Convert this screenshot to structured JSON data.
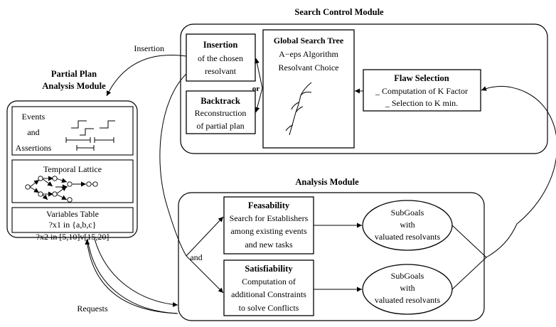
{
  "search_control_module": {
    "title": "Search Control Module",
    "insertion_box": {
      "title": "Insertion",
      "lines": [
        "of the chosen",
        "resolvant"
      ]
    },
    "or_label": "or",
    "backtrack_box": {
      "title": "Backtrack",
      "lines": [
        "Reconstruction",
        "of partial plan"
      ]
    },
    "global_search_tree": {
      "title": "Global Search Tree",
      "lines": [
        "A−eps Algorithm",
        "Resolvant Choice"
      ]
    },
    "flaw_selection": {
      "title": "Flaw Selection",
      "lines": [
        "_ Computation of K Factor",
        "_ Selection to K min."
      ]
    }
  },
  "partial_plan_module": {
    "title_lines": [
      "Partial Plan",
      "Analysis Module"
    ],
    "events_box": {
      "lines": [
        "Events",
        "and",
        "Assertions"
      ]
    },
    "temporal_box": {
      "title": "Temporal  Lattice"
    },
    "variables_box": {
      "lines": [
        "Variables Table",
        "?x1 in {a,b,c}",
        "?x2 in [5,10]v[15,20]"
      ]
    }
  },
  "analysis_module": {
    "title": "Analysis Module",
    "and_label": "and",
    "feasability": {
      "title": "Feasability",
      "lines": [
        "Search for Establishers",
        "among existing events",
        "and new tasks"
      ]
    },
    "satisfiability": {
      "title": "Satisfiability",
      "lines": [
        "Computation of",
        "additional Constraints",
        "to solve Conflicts"
      ]
    },
    "subgoals_1": {
      "lines": [
        "SubGoals",
        "with",
        "valuated resolvants"
      ]
    },
    "subgoals_2": {
      "lines": [
        "SubGoals",
        "with",
        "valuated resolvants"
      ]
    }
  },
  "edge_labels": {
    "insertion": "Insertion",
    "requests": "Requests"
  }
}
